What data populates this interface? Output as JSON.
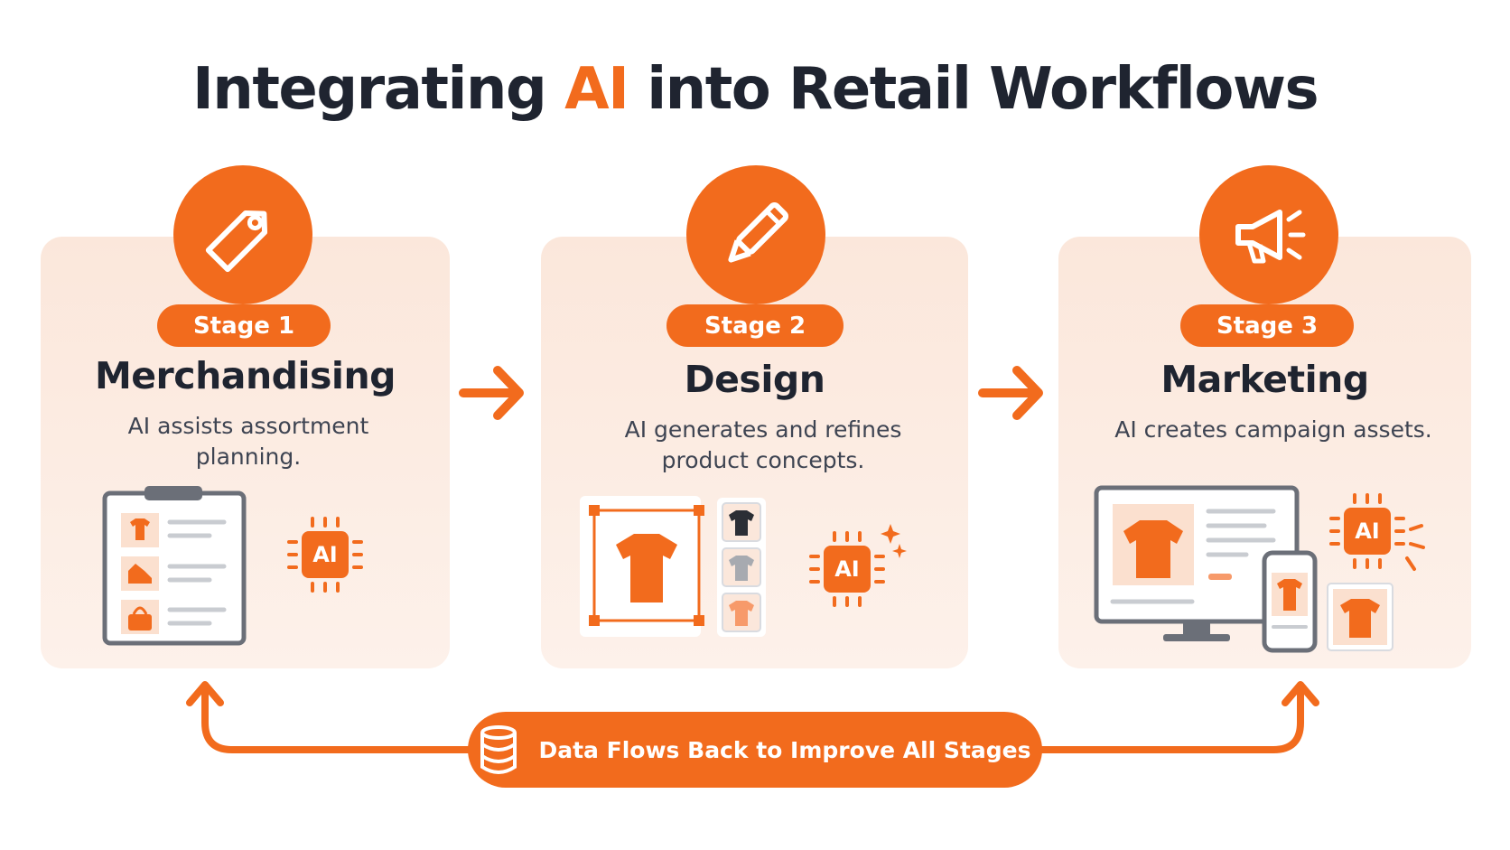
{
  "title": {
    "prefix": "Integrating ",
    "accent": "AI",
    "suffix": " into Retail Workflows"
  },
  "colors": {
    "accent": "#f26b1d",
    "card_background": "#fbe7db",
    "text_dark": "#1f2430"
  },
  "stages": [
    {
      "badge": "Stage 1",
      "title": "Merchandising",
      "description": "AI assists assortment planning.",
      "icon": "price-tag-icon"
    },
    {
      "badge": "Stage 2",
      "title": "Design",
      "description": "AI generates and refines product concepts.",
      "icon": "pencil-icon"
    },
    {
      "badge": "Stage 3",
      "title": "Marketing",
      "description": "AI creates campaign assets.",
      "icon": "megaphone-icon"
    }
  ],
  "chip_label": "AI",
  "feedback": {
    "label": "Data Flows Back to Improve All Stages",
    "icon": "database-icon"
  }
}
